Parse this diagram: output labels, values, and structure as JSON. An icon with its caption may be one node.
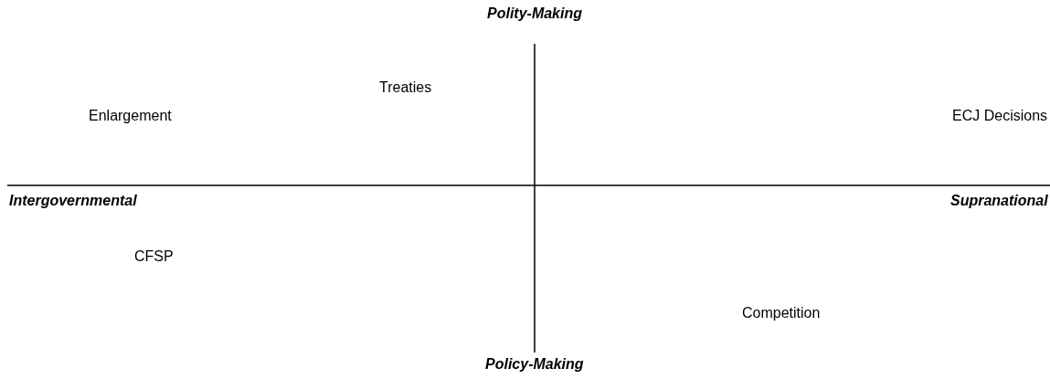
{
  "diagram": {
    "labels": [
      "Polity-Making",
      "Treaties",
      "Enlargement",
      "ECJ Decisions",
      "Intergovernmental",
      "Supranational",
      "CFSP",
      "Competition",
      "Policy-Making"
    ]
  }
}
